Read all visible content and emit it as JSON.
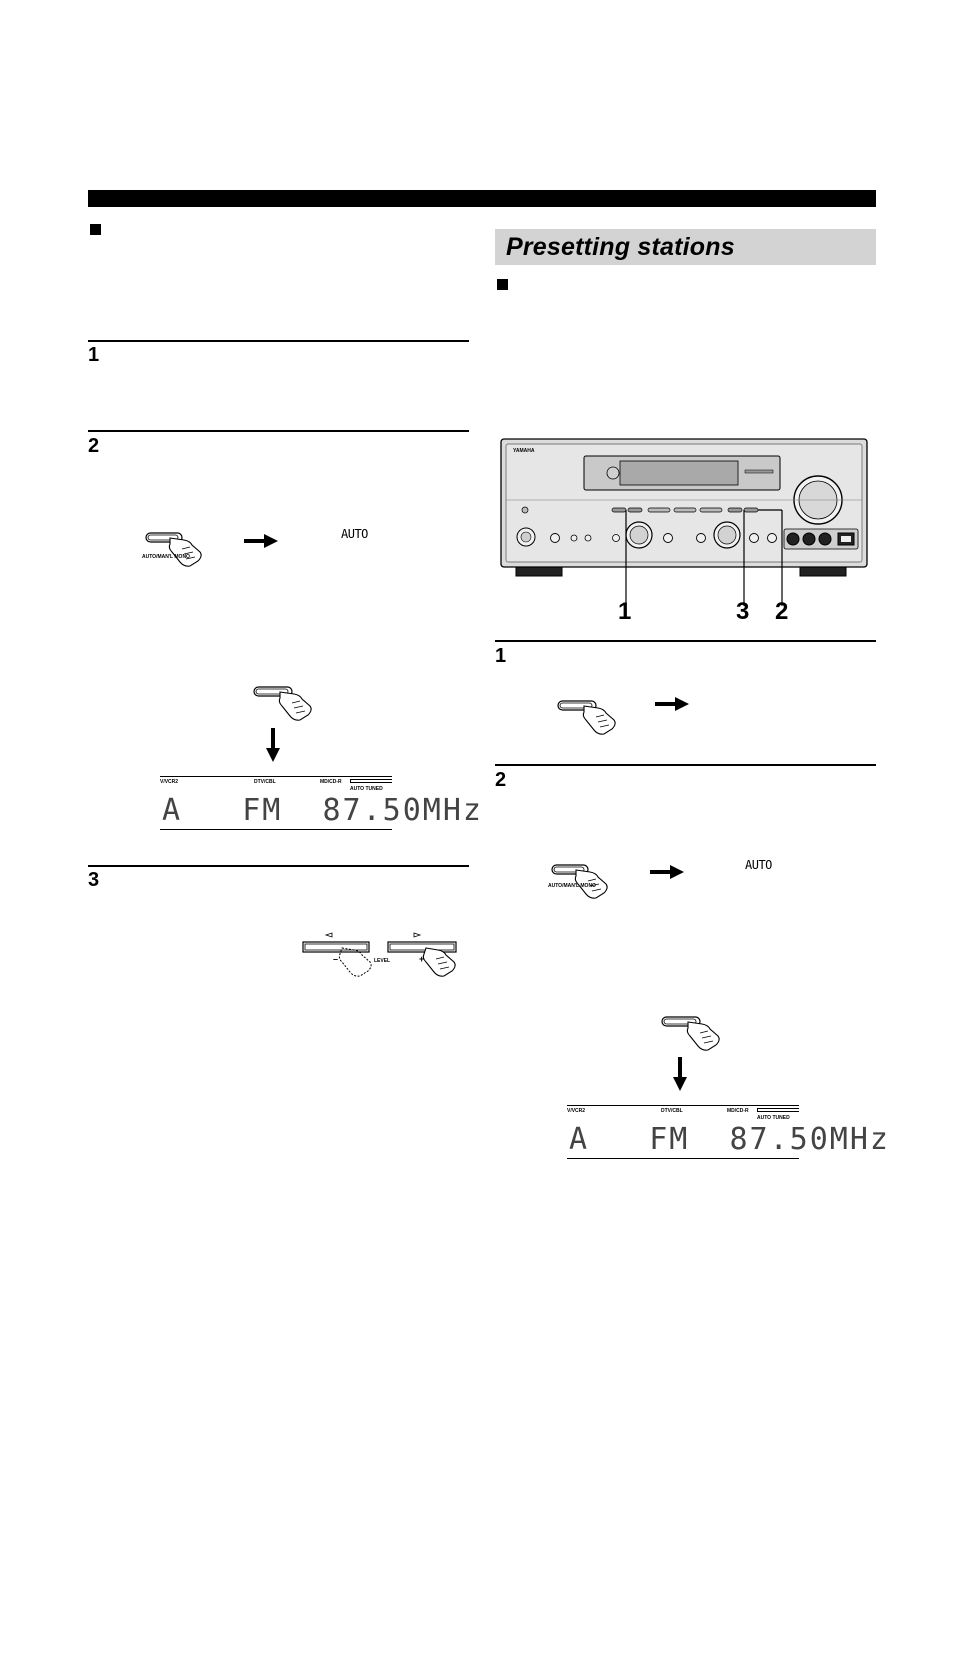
{
  "header": {
    "section_title": "Presetting stations"
  },
  "left_column": {
    "steps": [
      {
        "number": "1"
      },
      {
        "number": "2"
      },
      {
        "number": "3"
      }
    ],
    "mode_button_label": "AUTO/MAN'L MONO",
    "auto_indicator": "AUTO",
    "display": {
      "labels": [
        "V/VCR2",
        "DTV/CBL",
        "MD/CD-R"
      ],
      "sub_label": "AUTO TUNED",
      "readout": "A   FM  87.50MHz"
    },
    "level_labels": {
      "minus": "–",
      "level": "LEVEL",
      "plus": "+"
    }
  },
  "right_column": {
    "callouts": [
      "1",
      "3",
      "2"
    ],
    "steps": [
      {
        "number": "1"
      },
      {
        "number": "2"
      }
    ],
    "brand": "YAMAHA",
    "mode_button_label": "AUTO/MAN'L MONO",
    "auto_indicator": "AUTO",
    "display": {
      "labels": [
        "V/VCR2",
        "DTV/CBL",
        "MD/CD-R"
      ],
      "sub_label": "AUTO TUNED",
      "readout": "A   FM  87.50MHz"
    }
  }
}
